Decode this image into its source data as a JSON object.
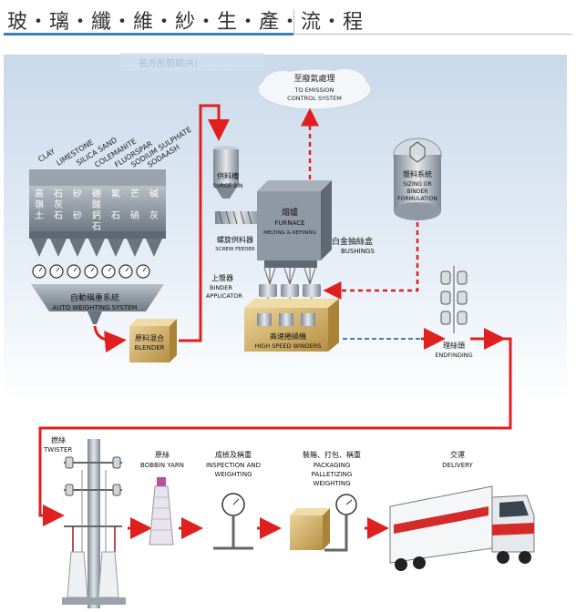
{
  "title": "玻‧璃‧纖‧維‧紗‧生‧產‧流‧程",
  "faded_caption": "長方形剪取(R)",
  "emission": {
    "zh": "至廢氣處理",
    "en1": "TO EMISSION",
    "en2": "CONTROL SYSTEM"
  },
  "materials_en": [
    "CLAY",
    "LIMESTONE",
    "SILICA SAND",
    "COLEMANITE",
    "FLUORSPAR",
    "SODIUM SULPHATE",
    "SODAASH"
  ],
  "materials_zh": [
    [
      "高",
      "嶺",
      "土"
    ],
    [
      "石",
      "灰",
      "石"
    ],
    [
      "矽",
      "砂"
    ],
    [
      "硼",
      "酸",
      "鈣",
      "石"
    ],
    [
      "氟",
      "石"
    ],
    [
      "芒",
      "硝"
    ],
    [
      "碱",
      "灰"
    ]
  ],
  "auto_weighting": {
    "zh": "自動稱重系統",
    "en": "AUTO WEIGHTING SYSTEM"
  },
  "blender": {
    "zh": "原料混合",
    "en": "BLENDER"
  },
  "surge_bin": {
    "zh": "供料槽",
    "en": "SURGE BIN"
  },
  "screw_feeder": {
    "zh": "螺旋供料器",
    "en": "SCREW FEEDER"
  },
  "furnace": {
    "zh": "熔爐",
    "en": "FURNACE",
    "en2": "MELTING & REFINING"
  },
  "bushings": {
    "zh": "白金抽絲盒",
    "en": "BUSHINGS"
  },
  "binder_applicator": {
    "zh": "上漿器",
    "en1": "BINDER",
    "en2": "APPLICATOR"
  },
  "sizing": {
    "zh": "漿料系統",
    "en1": "SIZING OR",
    "en2": "BINDER",
    "en3": "FORMULATION"
  },
  "winders": {
    "zh": "高速捲繞機",
    "en": "HIGH SPEED WINDERS"
  },
  "endfinding": {
    "zh": "理絲頭",
    "en": "ENDFINDING"
  },
  "twister": {
    "zh": "撚絲",
    "en": "TWISTER"
  },
  "bobbin": {
    "zh": "原絲",
    "en": "BOBBIN YARN"
  },
  "inspection": {
    "zh": "成檢及稱重",
    "en1": "INSPECTION AND",
    "en2": "WEIGHTING"
  },
  "packaging": {
    "zh": "裝箱、打包、稱重",
    "en1": "PACKAGING",
    "en2": "PALLETIZING",
    "en3": "WEIGHTING"
  },
  "delivery": {
    "zh": "交運",
    "en": "DELIVERY"
  },
  "colors": {
    "arrow": "#e0201e",
    "accent": "#3b7fc0",
    "sky": "#dfe9f3",
    "machine": "#8f99a5",
    "box": "#d9b870"
  }
}
